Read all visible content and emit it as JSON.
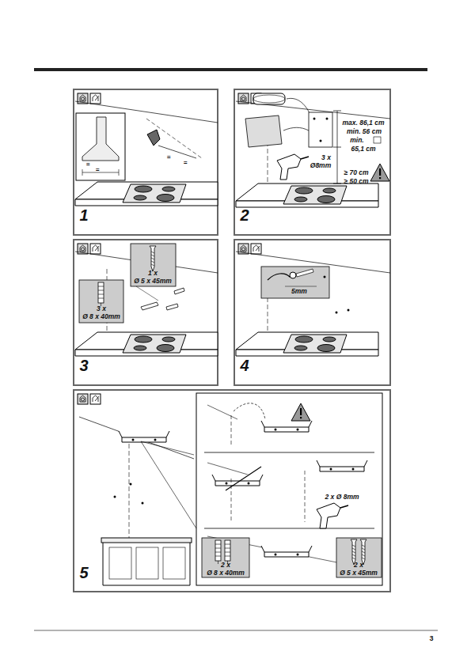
{
  "diagram": {
    "labels": [
      "1",
      "2",
      "3",
      "4",
      "5",
      "=",
      "=",
      "=",
      "=",
      "max. 86,1 cm",
      "min. 56 cm",
      "min.",
      "65,1 cm",
      "3 x",
      "Ø8mm",
      "≥ 70 cm",
      "≥ 50 cm",
      "1 x",
      "Ø 5 x 45mm",
      "3 x",
      "Ø 8 x 40mm",
      "5mm",
      "2 x Ø 8mm",
      "2 x",
      "Ø 8 x 40mm",
      "2 x",
      "Ø 5 x 45mm",
      "3"
    ]
  }
}
